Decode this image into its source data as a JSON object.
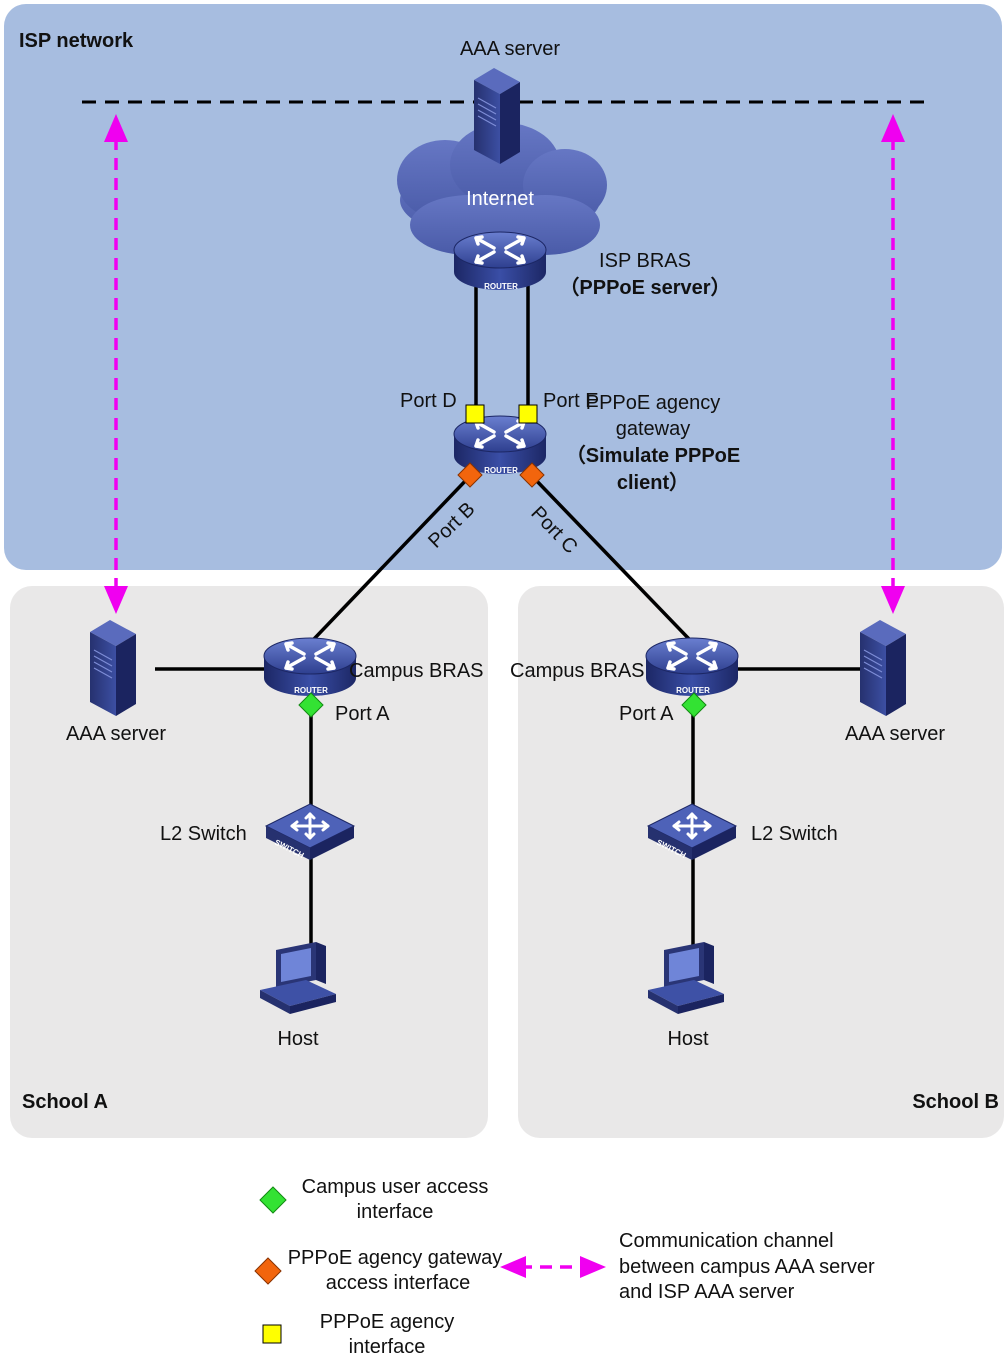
{
  "zones": {
    "isp": "ISP network",
    "school_a": "School A",
    "school_b": "School B"
  },
  "isp": {
    "aaa_server": "AAA server",
    "internet": "Internet",
    "bras_line1": "ISP BRAS",
    "bras_line2": "（PPPoE server）",
    "port_d": "Port D",
    "port_e": "Port E",
    "gateway_line1": "PPPoE agency",
    "gateway_line2": "gateway",
    "gateway_line3": "（Simulate PPPoE",
    "gateway_line4": "client）",
    "port_b": "Port B",
    "port_c": "Port C"
  },
  "school_a": {
    "aaa_server": "AAA server",
    "bras": "Campus BRAS",
    "port_a": "Port A",
    "switch": "L2 Switch",
    "host": "Host"
  },
  "school_b": {
    "aaa_server": "AAA server",
    "bras": "Campus BRAS",
    "port_a": "Port A",
    "switch": "L2 Switch",
    "host": "Host"
  },
  "device_labels": {
    "router": "ROUTER",
    "switch": "SWITCH"
  },
  "legend": {
    "green_line1": "Campus user access",
    "green_line2": "interface",
    "orange_line1": "PPPoE agency gateway",
    "orange_line2": "access interface",
    "yellow_line1": "PPPoE agency",
    "yellow_line2": "interface",
    "channel_line1": "Communication channel",
    "channel_line2": "between campus AAA server",
    "channel_line3": "and ISP AAA server"
  },
  "colors": {
    "isp_bg": "#a7bde0",
    "school_bg": "#e9e8e8",
    "device_blue": "#2f3e86",
    "channel": "#f000f0",
    "green_marker": "#33e233",
    "orange_marker": "#f2650d",
    "yellow_marker": "#ffff00"
  }
}
